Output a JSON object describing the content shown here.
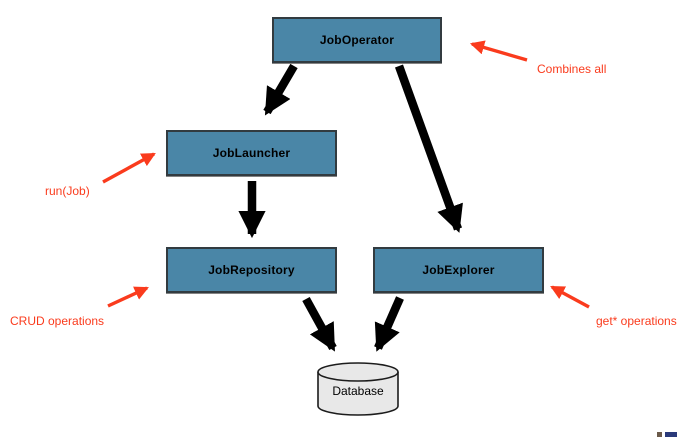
{
  "diagram": {
    "nodes": {
      "job_operator": {
        "label": "JobOperator"
      },
      "job_launcher": {
        "label": "JobLauncher"
      },
      "job_repository": {
        "label": "JobRepository"
      },
      "job_explorer": {
        "label": "JobExplorer"
      },
      "database": {
        "label": "Database"
      }
    },
    "annotations": {
      "combines_all": "Combines all",
      "run_job": "run(Job)",
      "crud_operations": "CRUD operations",
      "get_operations": "get* operations"
    },
    "edges": [
      {
        "from": "JobOperator",
        "to": "JobLauncher",
        "style": "thick-black"
      },
      {
        "from": "JobOperator",
        "to": "JobExplorer",
        "style": "thick-black"
      },
      {
        "from": "JobLauncher",
        "to": "JobRepository",
        "style": "thick-black"
      },
      {
        "from": "JobRepository",
        "to": "Database",
        "style": "thick-black"
      },
      {
        "from": "JobExplorer",
        "to": "Database",
        "style": "thick-black"
      },
      {
        "from": "annotation Combines all",
        "to": "JobOperator",
        "style": "red-thin"
      },
      {
        "from": "annotation run(Job)",
        "to": "JobLauncher",
        "style": "red-thin"
      },
      {
        "from": "annotation CRUD operations",
        "to": "JobRepository",
        "style": "red-thin"
      },
      {
        "from": "annotation get* operations",
        "to": "JobExplorer",
        "style": "red-thin"
      }
    ],
    "colors": {
      "node_fill": "#4a86a7",
      "node_border": "#323b40",
      "annotation_red": "#fa3b1d",
      "arrow_black": "#000000",
      "database_fill": "#e8e8e8",
      "background": "#ffffff"
    }
  }
}
